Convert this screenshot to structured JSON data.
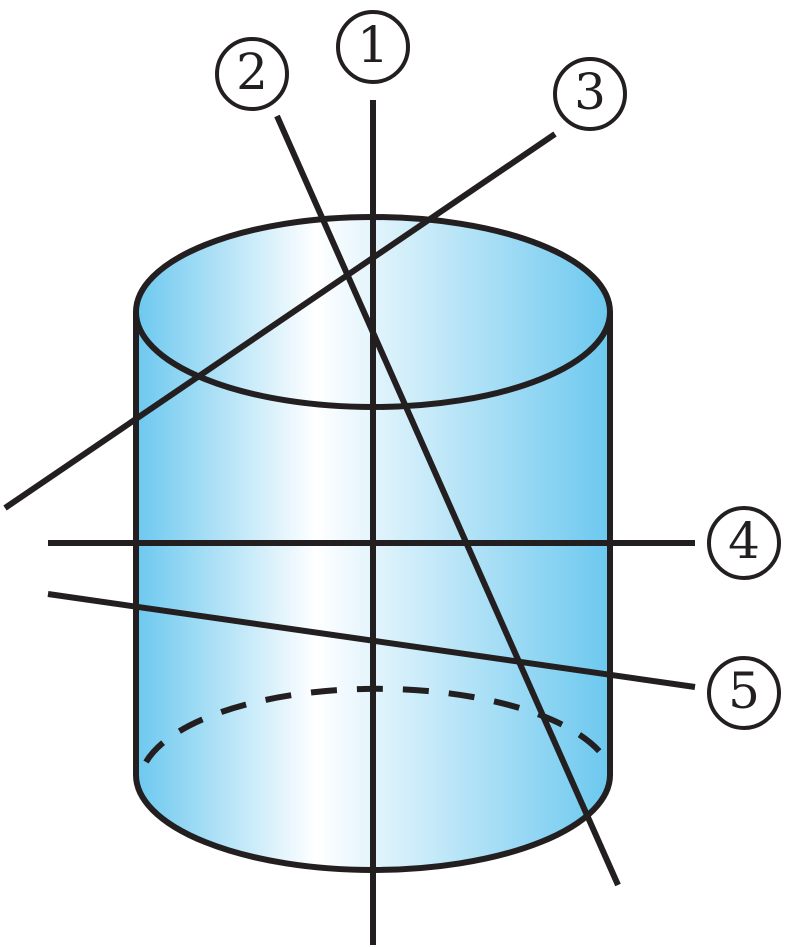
{
  "figure": {
    "fill_gradient": [
      "#6cc8ef",
      "#ffffff",
      "#6cc8ef"
    ],
    "stroke_color": "#231f20",
    "labels": [
      {
        "id": "1",
        "text": "1"
      },
      {
        "id": "2",
        "text": "2"
      },
      {
        "id": "3",
        "text": "3"
      },
      {
        "id": "4",
        "text": "4"
      },
      {
        "id": "5",
        "text": "5"
      }
    ]
  }
}
